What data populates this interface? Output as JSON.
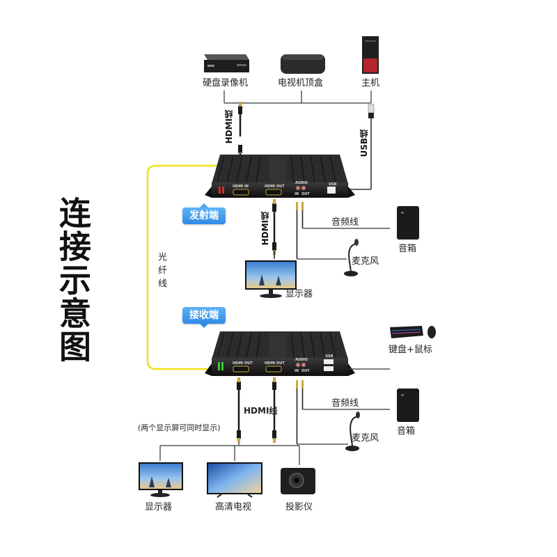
{
  "diagram": {
    "title": "连接示意图",
    "sources": [
      "硬盘录像机",
      "电视机顶盒",
      "主机"
    ],
    "transmitter_label": "发射端",
    "receiver_label": "接收端",
    "fiber_label": "光纤线",
    "hdmi_cable": "HDMI线",
    "usb_cable": "USB线",
    "audio_cable": "音频线",
    "speaker": "音箱",
    "microphone": "麦克风",
    "monitor": "显示器",
    "keyboard_mouse": "键盘+鼠标",
    "dual_display_note": "(两个显示屏可同时显示)",
    "outputs": [
      "显示器",
      "高清电视",
      "投影仪"
    ],
    "ports": {
      "hdmi_in": "HDMI IN",
      "hdmi_out": "HDMI OUT",
      "audio": "AUDIO",
      "in": "IN",
      "out": "OUT",
      "usb": "USB"
    }
  },
  "colors": {
    "fiber": "#f2e01a",
    "tag_blue": "#2f8be6",
    "device_body": "#1a1a1a",
    "line": "#333333"
  }
}
